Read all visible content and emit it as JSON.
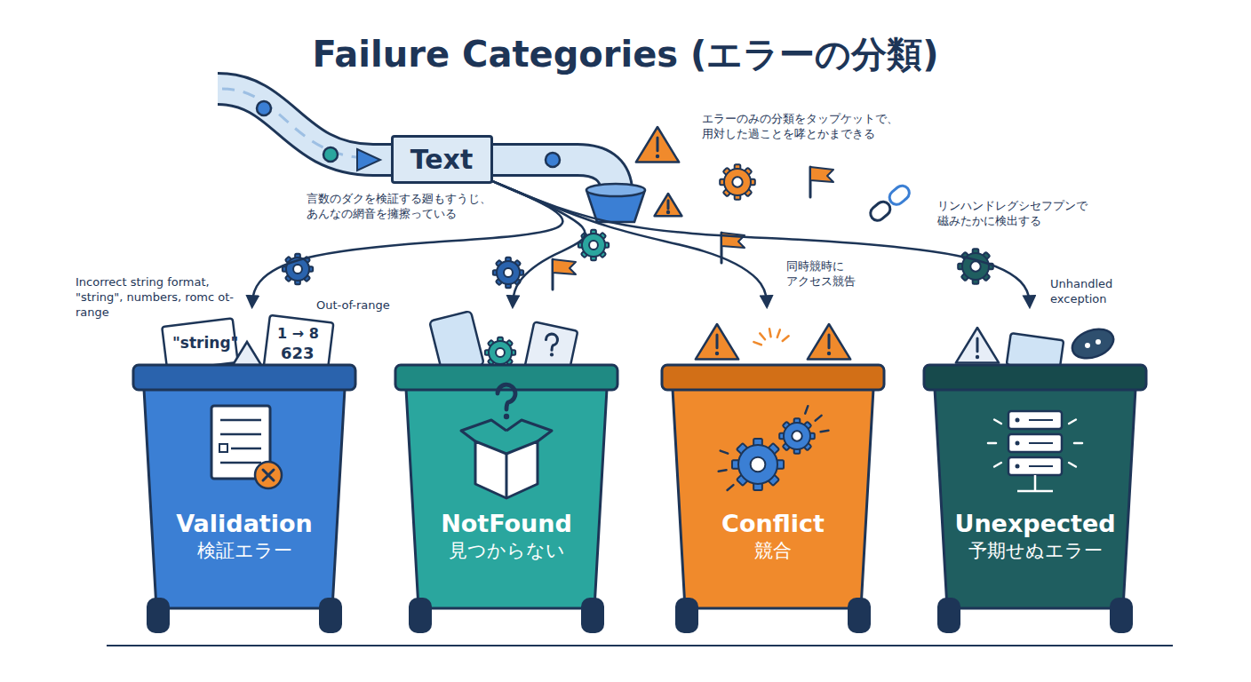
{
  "diagram": {
    "title": "Failure Categories (エラーの分類)",
    "nodes": [
      {
        "text": [
          "Text"
        ]
      },
      {
        "text": [
          "Validation",
          "検証エラー"
        ]
      },
      {
        "text": [
          "NotFound",
          "見つからない"
        ]
      },
      {
        "text": [
          "Conflict",
          "競合"
        ]
      },
      {
        "text": [
          "Unexpected",
          "予期せぬエラー"
        ]
      }
    ],
    "edges": [
      {
        "from": 0,
        "to": 1,
        "arrow": "to"
      },
      {
        "from": 0,
        "to": 2,
        "arrow": "to"
      },
      {
        "from": 0,
        "to": 3,
        "arrow": "to"
      },
      {
        "from": 0,
        "to": 4,
        "arrow": "to"
      }
    ],
    "labels": [
      "言数のダクを検証する廻もすうじ、 あんなの網音を擁擦っている",
      "エラーのみの分類をタップケットで、 用対した過ことを哮とかまできる",
      "リンハンドレグシセフプンで 磁みたかに検出する",
      "Incorrect string format, \"string\", numbers, romc ot-range",
      "Out-of-range",
      "同時競時に アクセス競告",
      "Unhandled exception",
      "\"string\"",
      "1 → 8",
      "623"
    ]
  }
}
